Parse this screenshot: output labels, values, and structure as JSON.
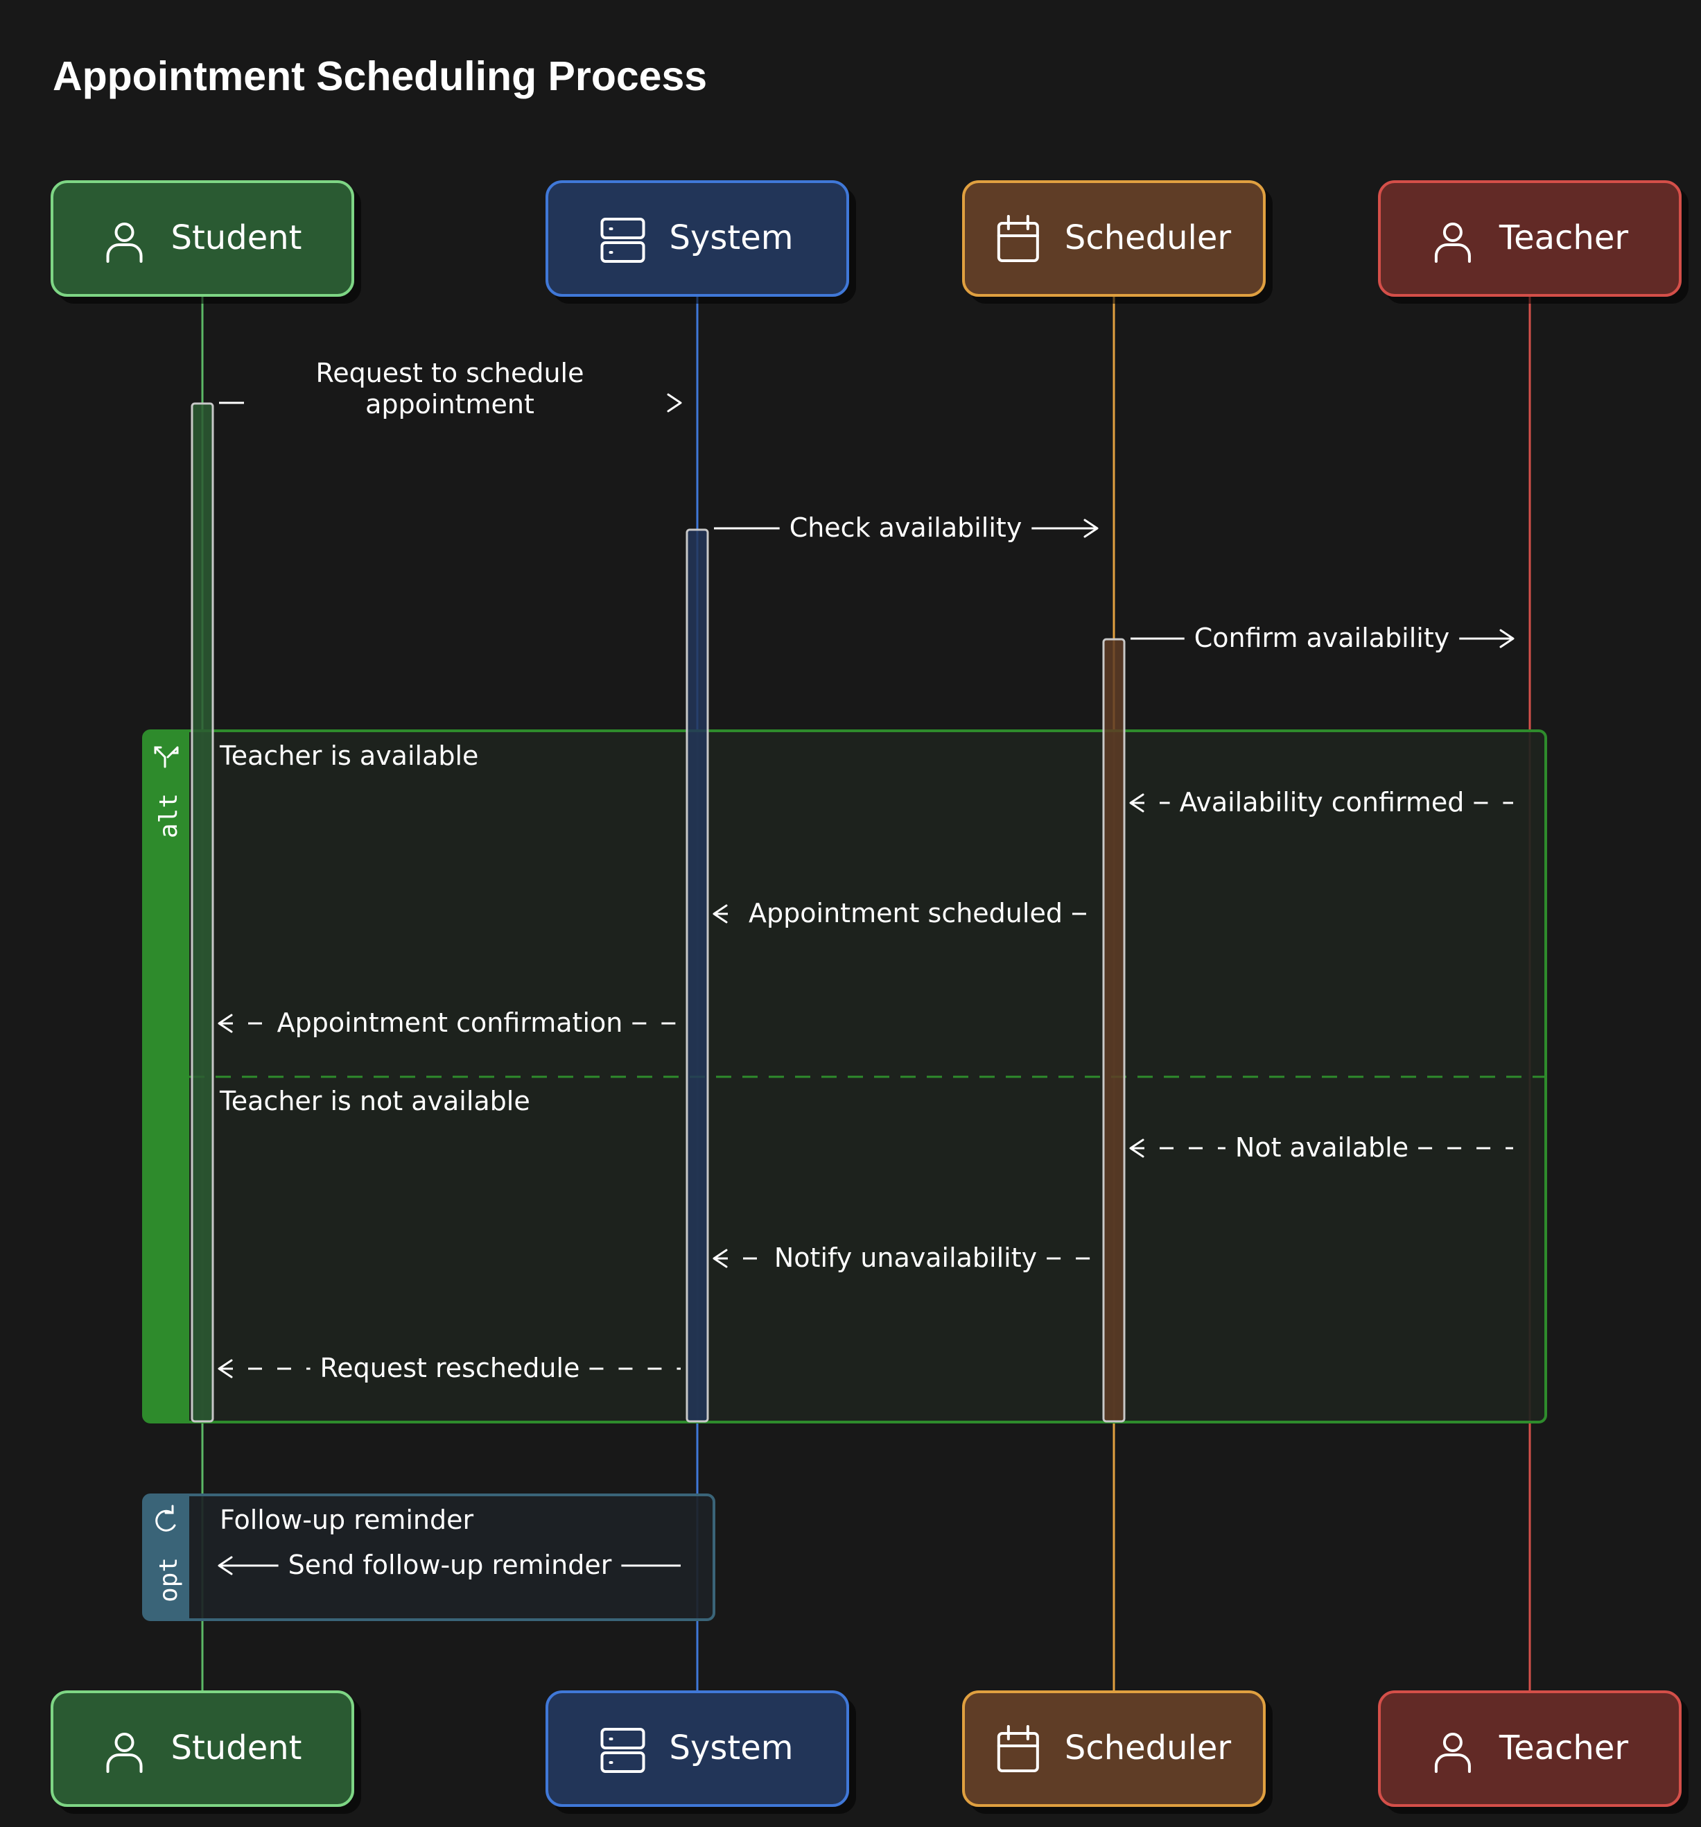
{
  "title": "Appointment Scheduling Process",
  "participants": [
    {
      "id": "student",
      "name": "Student",
      "icon": "user-icon",
      "fill": "#2c5a32",
      "stroke": "#7ed685",
      "line": "#5cb866"
    },
    {
      "id": "system",
      "name": "System",
      "icon": "server-icon",
      "fill": "#233659",
      "stroke": "#3f78d8",
      "line": "#3f78d8"
    },
    {
      "id": "scheduler",
      "name": "Scheduler",
      "icon": "calendar-icon",
      "fill": "#5e3c26",
      "stroke": "#e0a040",
      "line": "#e0a040"
    },
    {
      "id": "teacher",
      "name": "Teacher",
      "icon": "user-icon",
      "fill": "#622a28",
      "stroke": "#d4504a",
      "line": "#d4504a"
    }
  ],
  "messages": [
    {
      "from": "student",
      "to": "system",
      "label": [
        "Request to schedule",
        "appointment"
      ],
      "style": "solid"
    },
    {
      "from": "system",
      "to": "scheduler",
      "label": [
        "Check availability"
      ],
      "style": "solid"
    },
    {
      "from": "scheduler",
      "to": "teacher",
      "label": [
        "Confirm availability"
      ],
      "style": "solid"
    },
    {
      "from": "teacher",
      "to": "scheduler",
      "label": [
        "Availability confirmed"
      ],
      "style": "dashed"
    },
    {
      "from": "scheduler",
      "to": "system",
      "label": [
        "Appointment scheduled"
      ],
      "style": "dashed"
    },
    {
      "from": "system",
      "to": "student",
      "label": [
        "Appointment confirmation"
      ],
      "style": "dashed"
    },
    {
      "from": "teacher",
      "to": "scheduler",
      "label": [
        "Not available"
      ],
      "style": "dashed"
    },
    {
      "from": "scheduler",
      "to": "system",
      "label": [
        "Notify unavailability"
      ],
      "style": "dashed"
    },
    {
      "from": "system",
      "to": "student",
      "label": [
        "Request reschedule"
      ],
      "style": "dashed"
    },
    {
      "from": "system",
      "to": "student",
      "label": [
        "Send follow-up reminder"
      ],
      "style": "solid"
    }
  ],
  "frames": [
    {
      "kind": "alt",
      "icon": "branch-icon",
      "color": "#2e8b2c",
      "fill": "#1e241e",
      "sections": [
        "Teacher is available",
        "Teacher is not available"
      ]
    },
    {
      "kind": "opt",
      "icon": "refresh-icon",
      "color": "#3a6478",
      "fill": "#1d2226",
      "sections": [
        "Follow-up reminder"
      ]
    }
  ]
}
